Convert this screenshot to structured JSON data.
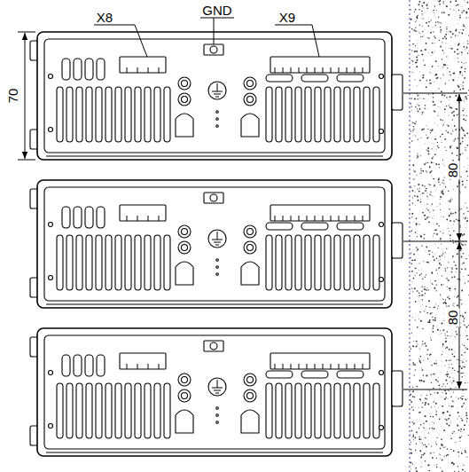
{
  "diagram": {
    "labels": [
      "X8",
      "GND",
      "X9",
      "70",
      "80",
      "80"
    ]
  }
}
